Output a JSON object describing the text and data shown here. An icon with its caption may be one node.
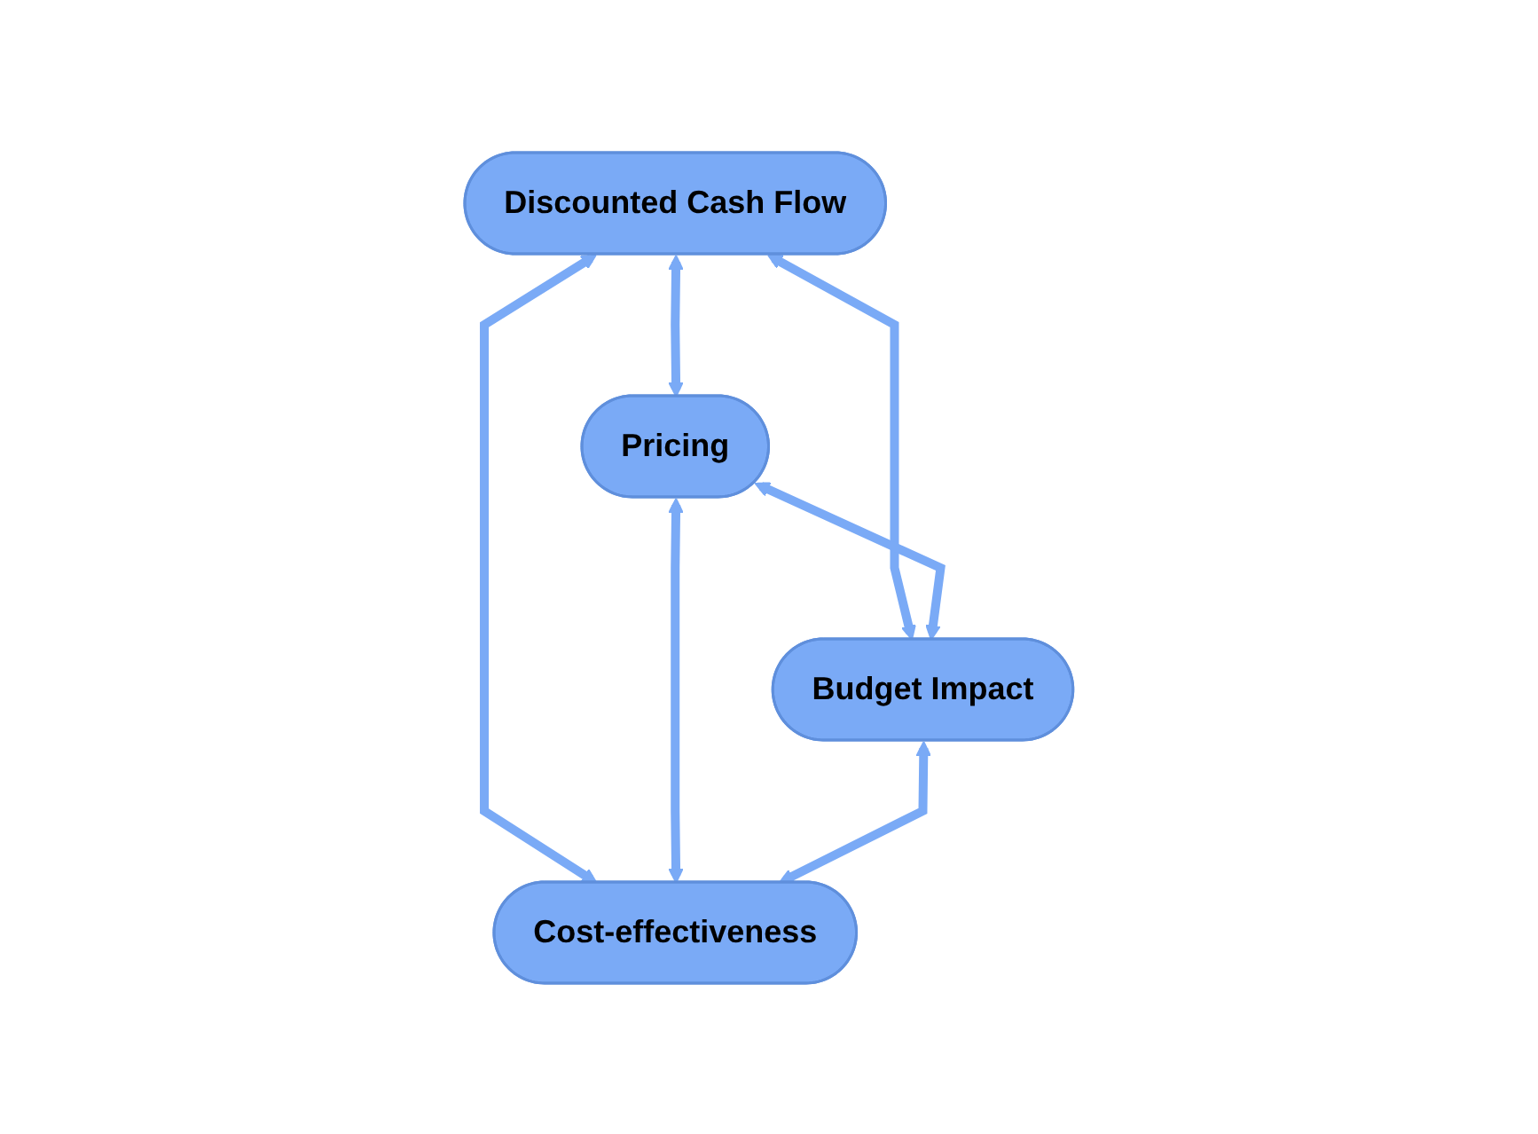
{
  "diagram": {
    "nodes": [
      {
        "text": [
          "Discounted Cash Flow"
        ]
      },
      {
        "text": [
          "Pricing"
        ]
      },
      {
        "text": [
          "Budget Impact"
        ]
      },
      {
        "text": [
          "Cost-effectiveness"
        ]
      }
    ],
    "edges": [
      {
        "from": 0,
        "to": 1,
        "arrow": "both"
      },
      {
        "from": 0,
        "to": 2,
        "arrow": "both"
      },
      {
        "from": 0,
        "to": 3,
        "arrow": "both"
      },
      {
        "from": 1,
        "to": 2,
        "arrow": "both"
      },
      {
        "from": 1,
        "to": 3,
        "arrow": "both"
      },
      {
        "from": 2,
        "to": 3,
        "arrow": "both"
      }
    ]
  }
}
